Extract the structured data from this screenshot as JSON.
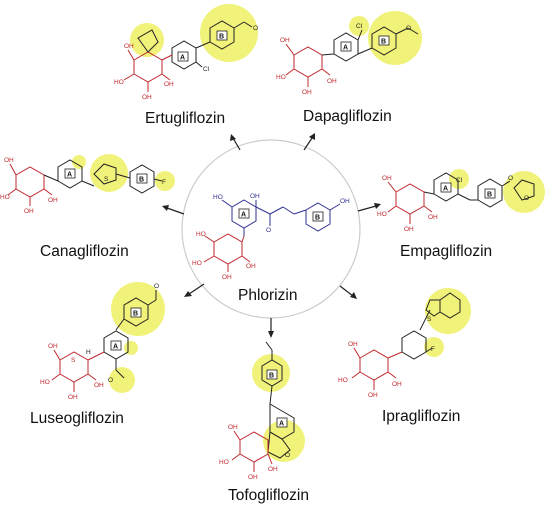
{
  "center": {
    "name": "Phlorizin"
  },
  "drugs": [
    {
      "name": "Ertugliflozin"
    },
    {
      "name": "Dapagliflozin"
    },
    {
      "name": "Canagliflozin"
    },
    {
      "name": "Empagliflozin"
    },
    {
      "name": "Luseogliflozin"
    },
    {
      "name": "Ipragliflozin"
    },
    {
      "name": "Tofogliflozin"
    }
  ],
  "ring_labels": {
    "a": "A",
    "b": "B"
  },
  "atoms": {
    "cl": "Cl",
    "f": "F",
    "s": "S",
    "o": "O",
    "oh": "OH",
    "ho": "HO",
    "h": "H"
  },
  "colors": {
    "highlight": "#eef061",
    "sugar": "#c0282d",
    "aglycone": "#2e3192",
    "bond": "#222222"
  }
}
